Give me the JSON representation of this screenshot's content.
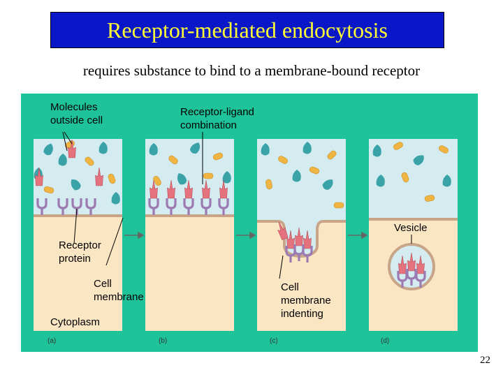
{
  "slide": {
    "title": "Receptor-mediated endocytosis",
    "subtitle": "requires substance to bind to a membrane-bound receptor",
    "page_number": "22"
  },
  "figure": {
    "labels": {
      "molecules": "Molecules\noutside cell",
      "receptor_ligand": "Receptor-ligand\ncombination",
      "vesicle": "Vesicle",
      "receptor_protein": "Receptor\nprotein",
      "cell_membrane": "Cell\nmembrane",
      "cell_membrane_indenting": "Cell\nmembrane\nindenting",
      "cytoplasm": "Cytoplasm"
    },
    "panels": [
      "(a)",
      "(b)",
      "(c)",
      "(d)"
    ]
  },
  "colors": {
    "title_bg": "#0a17c8",
    "title_text": "#ffff33",
    "frame_green": "#1fc39a",
    "extracellular": "#d4ecf0",
    "cytoplasm": "#fbe6c4",
    "membrane": "#c8a489",
    "ligand_pink": "#e4737d",
    "receptor_purple": "#9c7ab2",
    "molecule_teal": "#3aa3a8",
    "molecule_yellow": "#f0b442"
  }
}
